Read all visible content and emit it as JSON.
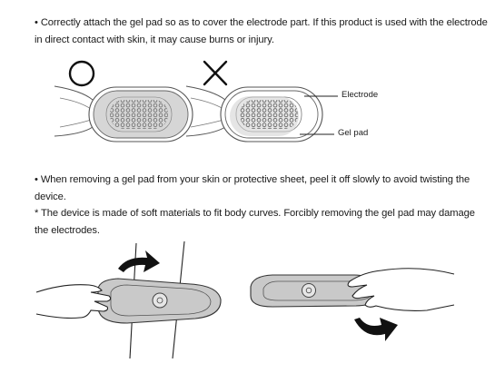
{
  "instruction_1": {
    "text": "• Correctly attach the gel pad so as to cover the electrode part. If this product is used with the electrode in direct contact with skin, it may cause burns or injury."
  },
  "correct_symbol": "○",
  "incorrect_symbol": "✕",
  "labels": {
    "electrode": "Electrode",
    "gel_pad": "Gel pad"
  },
  "instruction_2": {
    "line_1": "• When removing a gel pad from your skin or protective sheet, peel it off slowly to avoid twisting the device.",
    "line_2": "* The device is made of soft materials to fit body curves. Forcibly removing the gel pad may damage the electrodes."
  },
  "icons": [
    "circle-ok-icon",
    "cross-ng-icon",
    "rotate-arrow-icon",
    "hand-icon",
    "device-icon"
  ]
}
